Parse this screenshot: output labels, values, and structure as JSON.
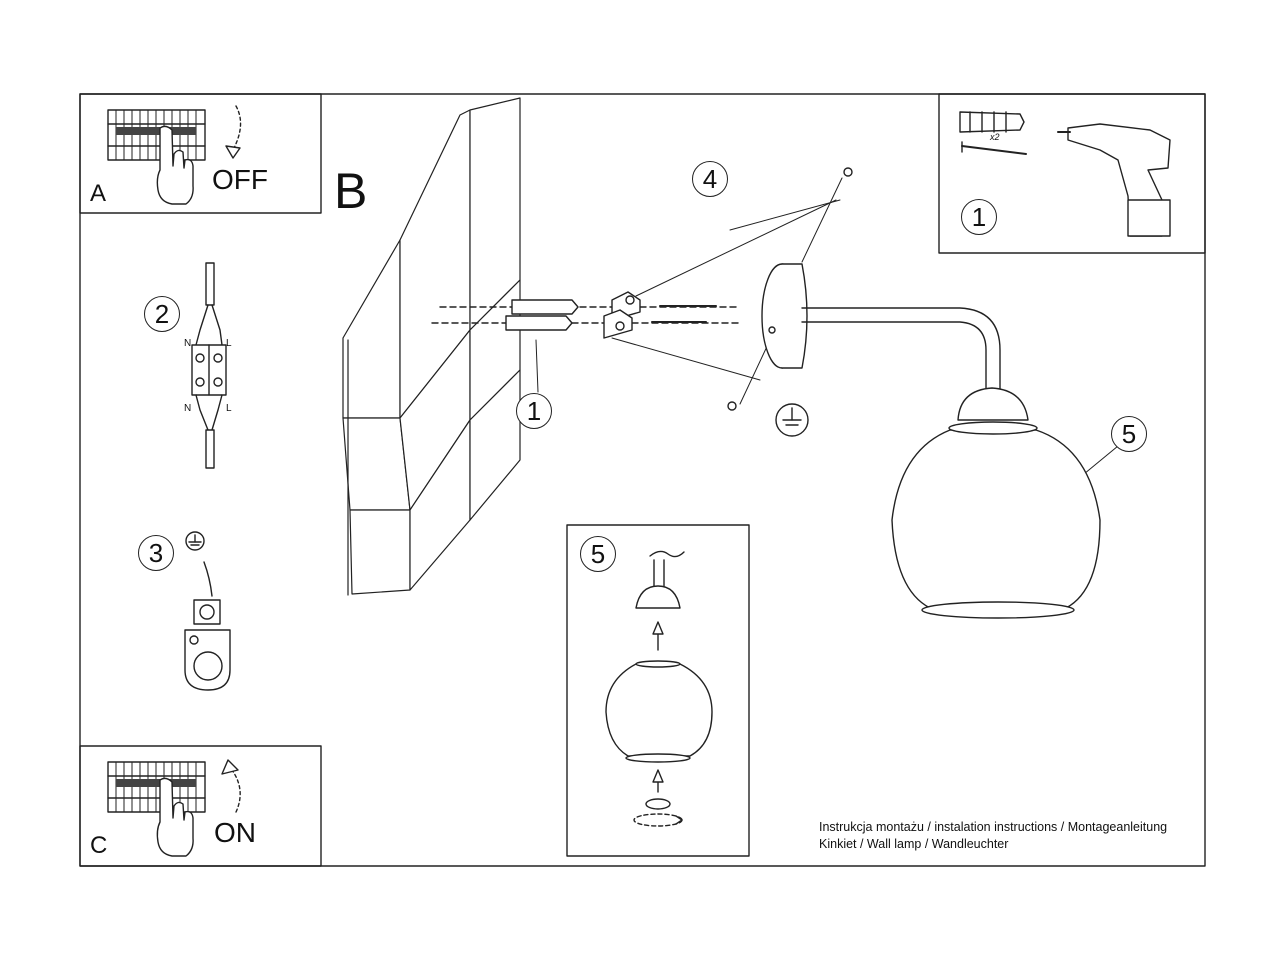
{
  "panels": {
    "a": {
      "letter": "A",
      "action": "OFF"
    },
    "b": {
      "letter": "B"
    },
    "c": {
      "letter": "C",
      "action": "ON"
    }
  },
  "steps": {
    "tools": "1",
    "wiring": "2",
    "ground": "3",
    "plug_screws": "1",
    "bracket_screws": "4",
    "shade": "5",
    "inset": "5"
  },
  "tools": {
    "multiplier": "x2"
  },
  "wiring": {
    "neutral": "N",
    "live": "L"
  },
  "footer": {
    "line1": "Instrukcja montażu / instalation instructions / Montageanleitung",
    "line2": "Kinkiet / Wall lamp / Wandleuchter"
  }
}
